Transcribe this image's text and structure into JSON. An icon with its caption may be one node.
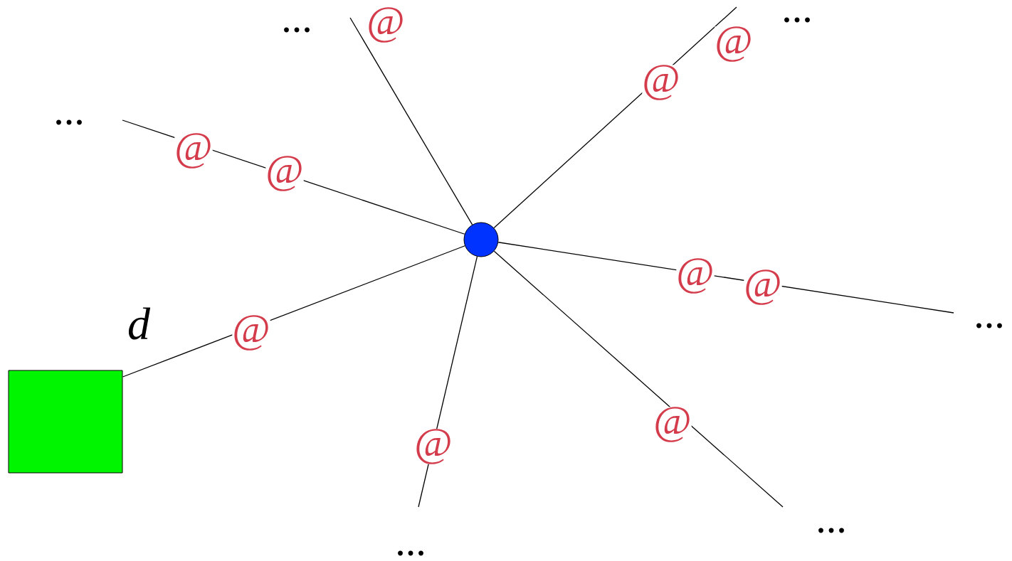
{
  "diagram": {
    "nodes": [
      {
        "text": [],
        "shape": "circle"
      },
      {
        "text": [],
        "shape": "box",
        "beside": [
          "d"
        ]
      }
    ],
    "edges": [
      {
        "from": null,
        "to": 0,
        "arrow": "none"
      },
      {
        "from": null,
        "to": 0,
        "arrow": "none"
      },
      {
        "from": null,
        "to": 0,
        "arrow": "none"
      },
      {
        "from": null,
        "to": 0,
        "arrow": "none"
      },
      {
        "from": 1,
        "to": 0,
        "arrow": "none"
      },
      {
        "from": null,
        "to": 0,
        "arrow": "none"
      },
      {
        "from": null,
        "to": 0,
        "arrow": "none"
      }
    ],
    "labels": [
      "...",
      "@",
      "...",
      "@",
      "@",
      "...",
      "@",
      "@",
      "@",
      "@",
      "...",
      "@",
      "@",
      "@",
      "...",
      "..."
    ]
  }
}
